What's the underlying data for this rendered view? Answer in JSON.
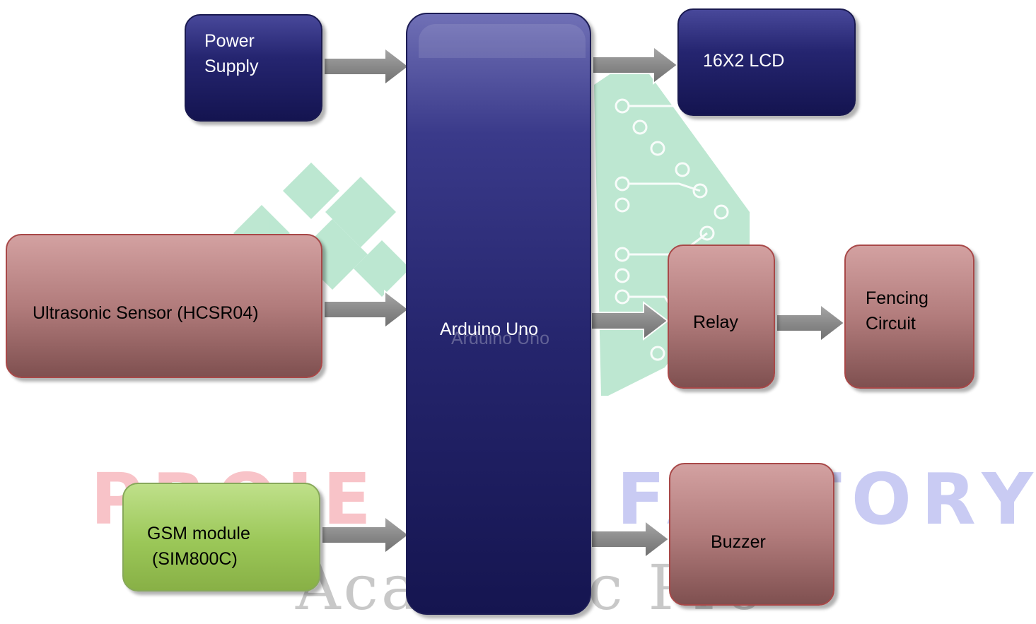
{
  "diagram": {
    "blocks": {
      "power_supply": "Power\nSupply",
      "lcd": "16X2 LCD",
      "ultrasonic": "Ultrasonic Sensor (HCSR04)",
      "arduino": "Arduino Uno",
      "relay": "Relay",
      "fencing": "Fencing\nCircuit",
      "gsm": "GSM module\n (SIM800C)",
      "buzzer": "Buzzer"
    },
    "connections": [
      {
        "from": "power_supply",
        "to": "arduino"
      },
      {
        "from": "ultrasonic",
        "to": "arduino"
      },
      {
        "from": "gsm",
        "to": "arduino"
      },
      {
        "from": "arduino",
        "to": "lcd"
      },
      {
        "from": "arduino",
        "to": "relay"
      },
      {
        "from": "relay",
        "to": "fencing"
      },
      {
        "from": "arduino",
        "to": "buzzer"
      }
    ]
  },
  "watermark": {
    "brand_left": "PROJE",
    "brand_right": "FACTORY",
    "subtitle": "Academic Pro",
    "colors": {
      "green": "#b9e6cf",
      "pink": "#f8c3c8",
      "lavender": "#c9cbf3",
      "gray": "#c8c8c8"
    }
  },
  "colors": {
    "navy_block": "#252570",
    "maroon_block": "#b27c7c",
    "green_block": "#9bc758",
    "arrow": "#8e8e8e"
  }
}
